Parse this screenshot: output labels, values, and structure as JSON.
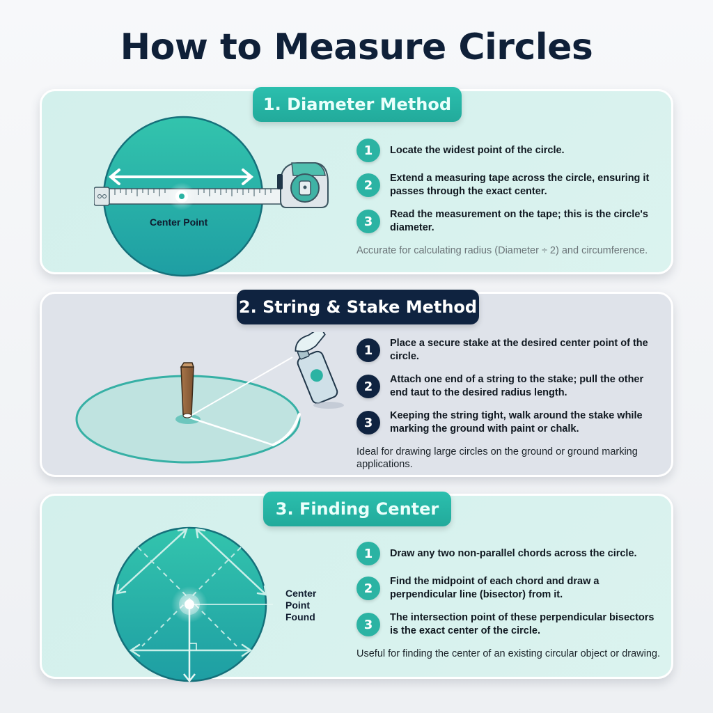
{
  "title": "How to Measure Circles",
  "colors": {
    "teal": "#2bb3a3",
    "navy": "#0f2340",
    "teal_panel_bg": "#d5f1ed",
    "gray_panel_bg": "#dfe3ea"
  },
  "sections": [
    {
      "header": "1. Diameter Method",
      "illustration": {
        "type": "circle-with-measuring-tape",
        "label": "Center Point"
      },
      "steps": [
        {
          "number": "1",
          "text": "Locate the widest point of the circle."
        },
        {
          "number": "2",
          "text": "Extend a measuring tape across the circle, ensuring it passes through the exact center."
        },
        {
          "number": "3",
          "text": "Read the measurement on the tape; this is the circle's diameter."
        }
      ],
      "note": "Accurate for calculating radius (Diameter ÷ 2) and circumference."
    },
    {
      "header": "2. String & Stake Method",
      "illustration": {
        "type": "stake-string-and-spray-paint"
      },
      "steps": [
        {
          "number": "1",
          "text": "Place a secure stake at the desired center point of the circle."
        },
        {
          "number": "2",
          "text": "Attach one end of a string to the stake; pull the other end taut to the desired radius length."
        },
        {
          "number": "3",
          "text": "Keeping the string tight, walk around the stake while marking the ground with paint or chalk."
        }
      ],
      "note": "Ideal for drawing large circles on the ground or ground marking applications."
    },
    {
      "header": "3. Finding Center",
      "illustration": {
        "type": "circle-with-chords-and-bisectors",
        "label": "Center Point Found"
      },
      "steps": [
        {
          "number": "1",
          "text": "Draw any two non-parallel chords across the circle."
        },
        {
          "number": "2",
          "text": "Find the midpoint of each chord and draw a perpendicular line (bisector) from it."
        },
        {
          "number": "3",
          "text": "The intersection point of these perpendicular bisectors is the exact center of the circle."
        }
      ],
      "note": "Useful for finding the center of an existing circular object or drawing."
    }
  ]
}
